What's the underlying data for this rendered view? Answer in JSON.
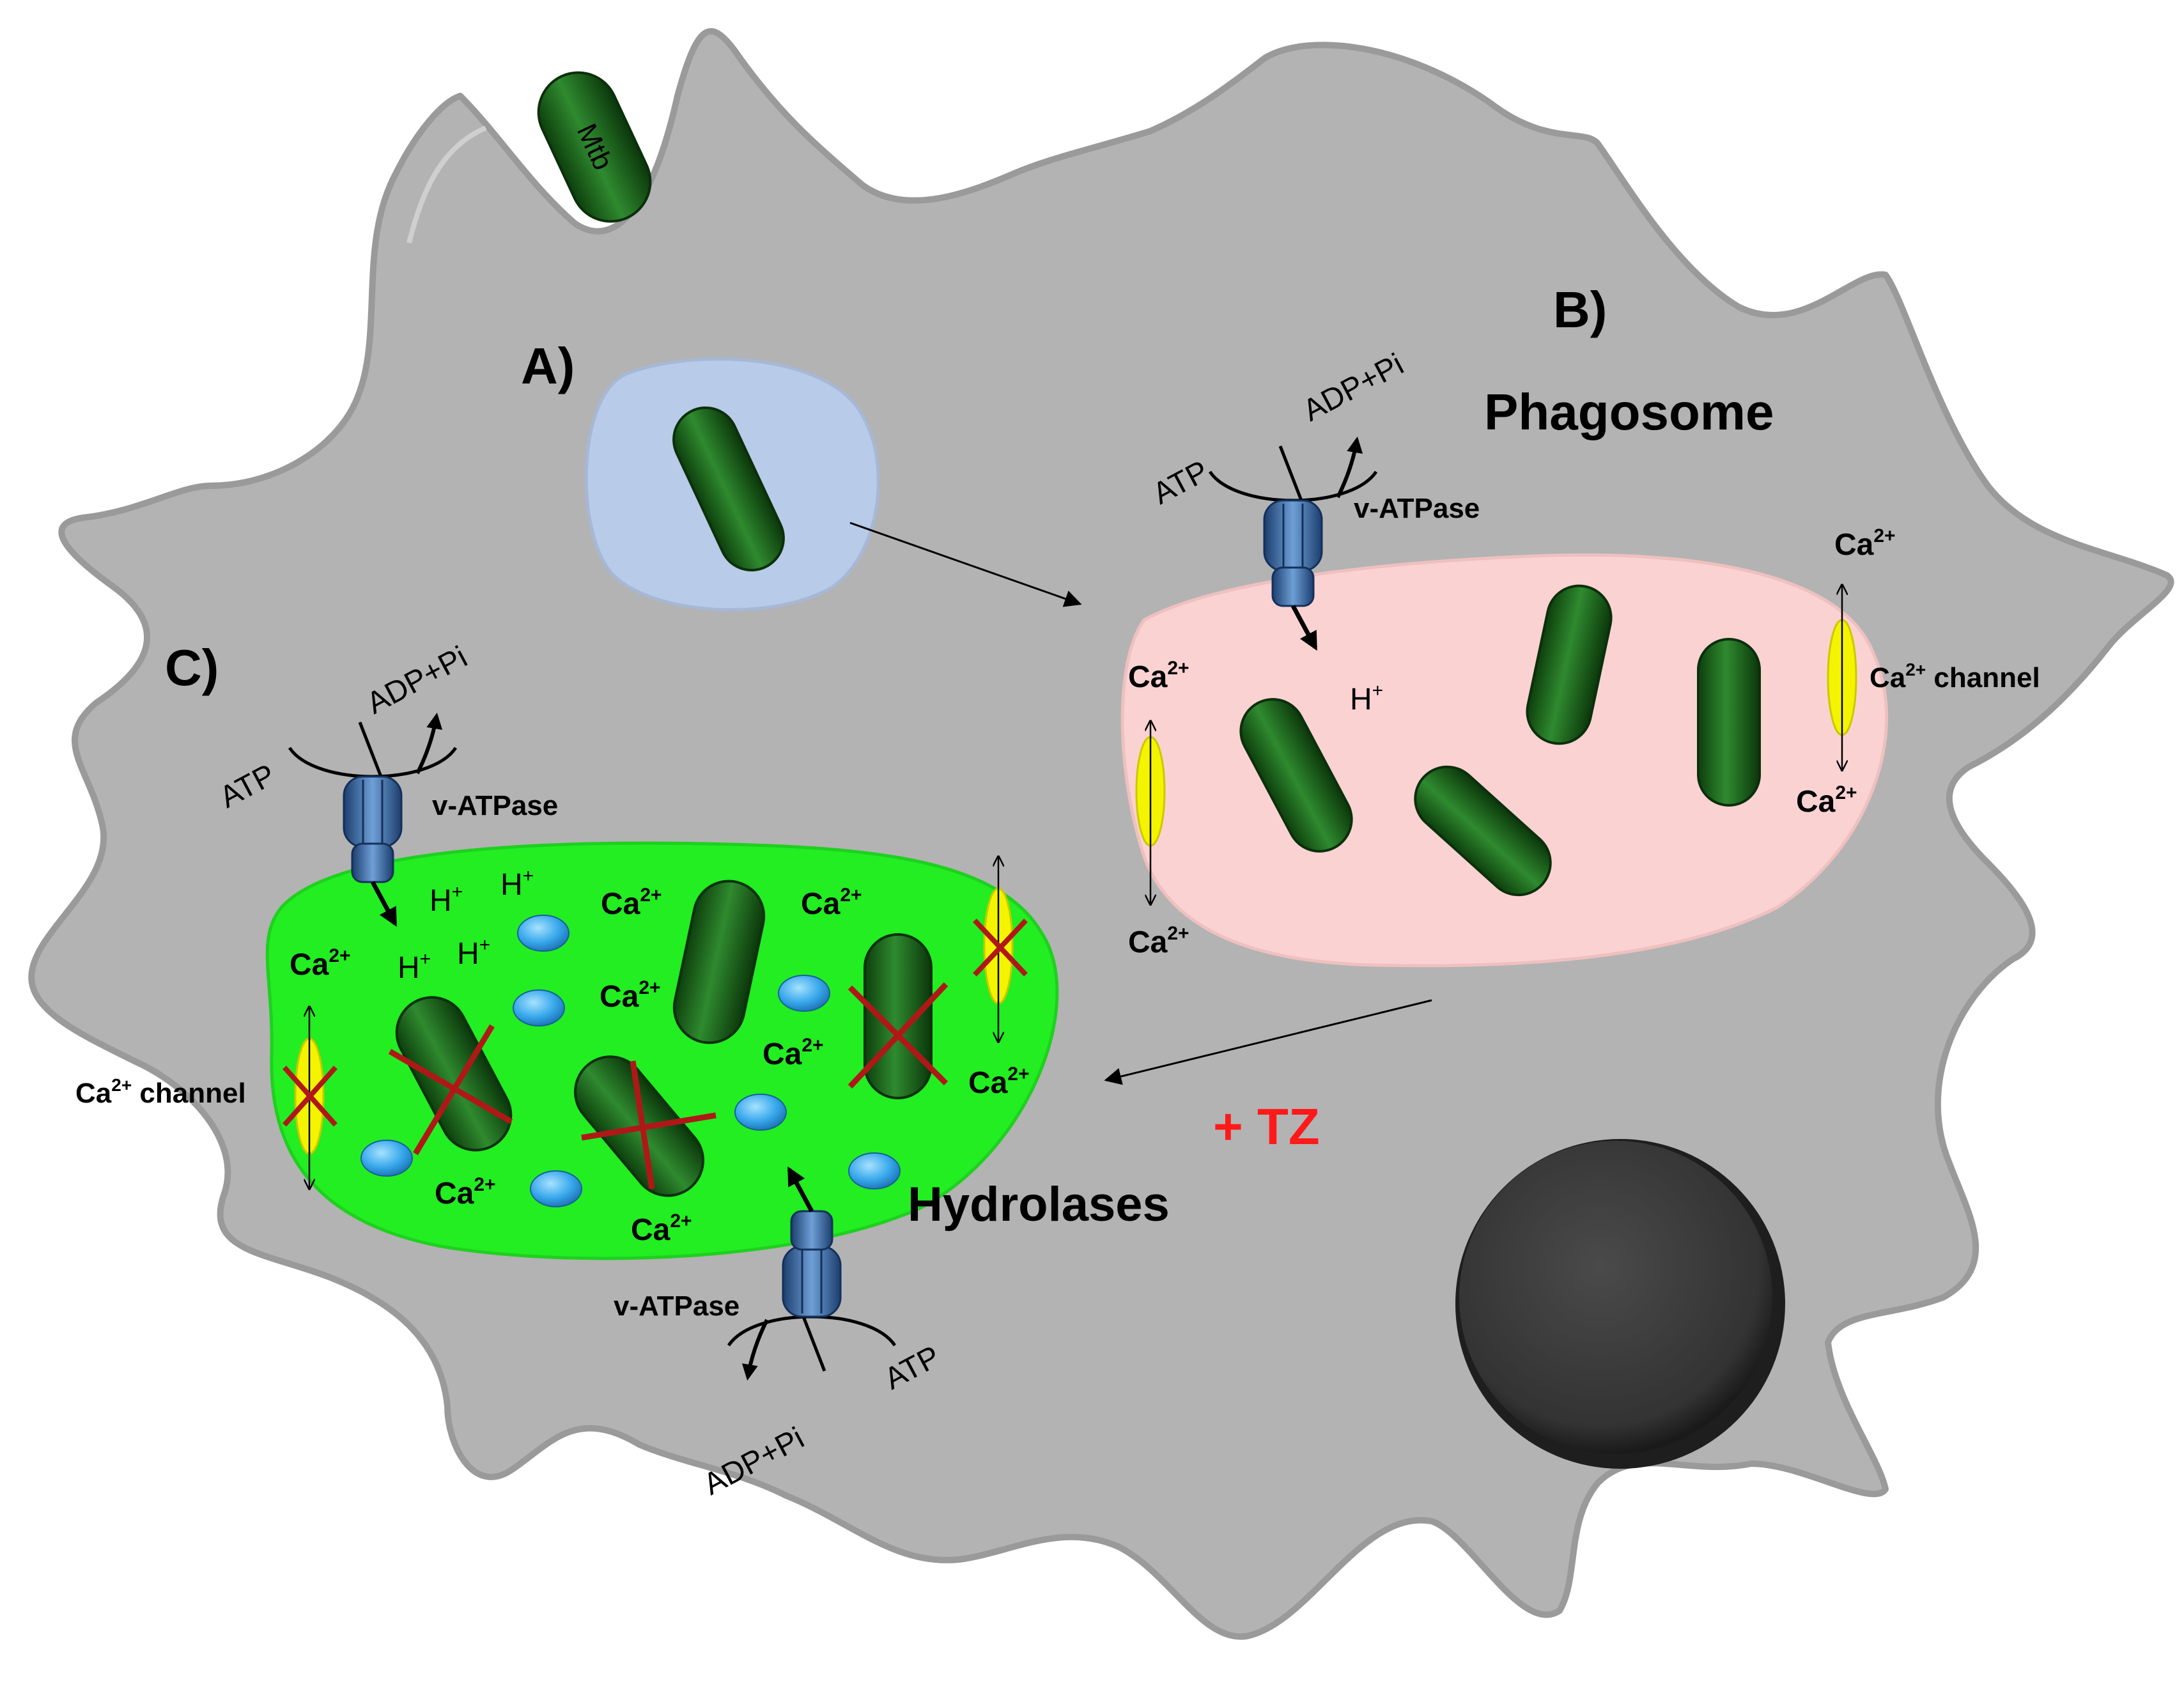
{
  "labels": {
    "mtb": "Mtb",
    "panel_a": "A)",
    "panel_b": "B)",
    "panel_c": "C)",
    "phagosome": "Phagosome",
    "hydrolases": "Hydrolases",
    "treatment": "+ TZ",
    "v_atpase": "v-ATPase",
    "atp": "ATP",
    "adp_pi": "ADP+Pi",
    "ca": "Ca",
    "ca_sup": "2+",
    "h": "H",
    "h_sup": "+",
    "channel_suffix": " channel"
  },
  "colors": {
    "cell_fill": "#b3b3b3",
    "cell_edge": "#9a9a9a",
    "bacterium": "#1f6b1f",
    "early_vesicle": "#b8cbe8",
    "phagosome_fill": "#fbd2d2",
    "phagolysosome_fill": "#22ee22",
    "hydrolase": "#3aa8ea",
    "channel": "#f4f400",
    "block_mark": "#b01818",
    "treatment_text": "#ff1a1a",
    "nucleus": "#3f3f3f",
    "v_atpase": "#2e5c97"
  }
}
